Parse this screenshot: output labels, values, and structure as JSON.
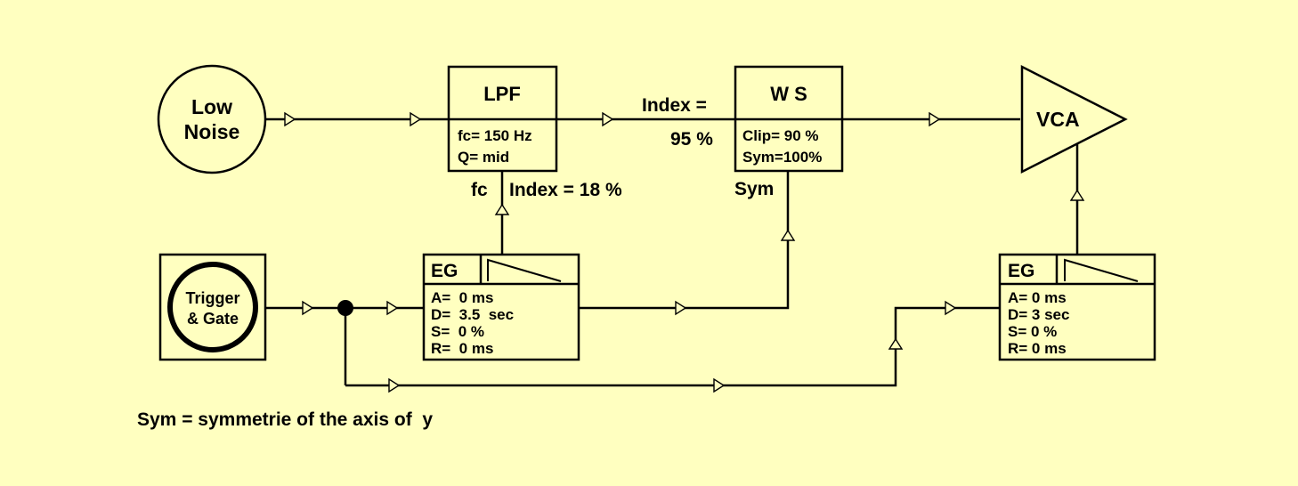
{
  "background_color": "#ffffc0",
  "nodes": {
    "low_noise": {
      "line1": "Low",
      "line2": "Noise"
    },
    "lpf": {
      "title": "LPF",
      "param1": "fc= 150 Hz",
      "param2": "Q= mid"
    },
    "ws": {
      "title": "W S",
      "param1": "Clip= 90 %",
      "param2": "Sym=100%"
    },
    "vca": {
      "title": "VCA"
    },
    "trigger_gate": {
      "line1": "Trigger",
      "line2": "& Gate"
    },
    "eg1": {
      "title": "EG",
      "a": "A=  0 ms",
      "d": "D=  3.5  sec",
      "s": "S=  0 %",
      "r": "R=  0 ms"
    },
    "eg2": {
      "title": "EG",
      "a": "A= 0 ms",
      "d": "D= 3 sec",
      "s": "S= 0 %",
      "r": "R= 0 ms"
    }
  },
  "labels": {
    "ws_index_line1": "Index =",
    "ws_index_line2": "95 %",
    "lpf_fc_input": "fc",
    "lpf_index": "Index = 18 %",
    "ws_sym_input": "Sym"
  },
  "footnote": "Sym = symmetrie of the axis of  y"
}
